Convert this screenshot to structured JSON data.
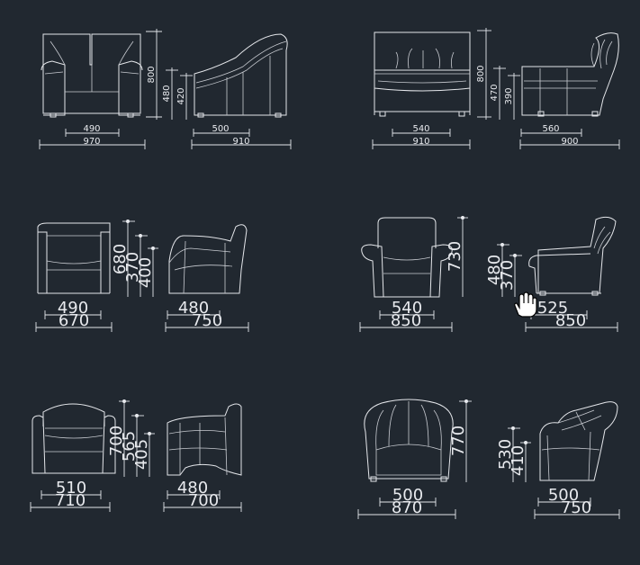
{
  "drawing": {
    "sofa1": {
      "front": {
        "width_inner": "490",
        "width_total": "970",
        "height_total": "800"
      },
      "side": {
        "seat_height": "480",
        "arm_height": "420",
        "depth_inner": "500",
        "depth_total": "910"
      }
    },
    "sofa2": {
      "front": {
        "width_inner": "540",
        "width_total": "910",
        "height_total": "800"
      },
      "side": {
        "seat_height": "470",
        "arm_height": "390",
        "depth_inner": "560",
        "depth_total": "900"
      }
    },
    "chair3": {
      "front": {
        "width_inner": "490",
        "width_total": "670"
      },
      "side": {
        "height_total": "680",
        "seat_height": "370",
        "arm_height": "400",
        "depth_inner": "480",
        "depth_total": "750"
      }
    },
    "chair4": {
      "front": {
        "width_inner": "540",
        "width_total": "850",
        "height_total": "730"
      },
      "side": {
        "seat_height": "480",
        "arm_height": "370",
        "depth_inner": "525",
        "depth_total": "850"
      }
    },
    "chair5": {
      "front": {
        "width_inner": "510",
        "width_total": "710"
      },
      "side": {
        "height_total": "700",
        "seat_height": "565",
        "arm_height": "405",
        "depth_inner": "480",
        "depth_total": "700"
      }
    },
    "chair6": {
      "front": {
        "width_inner": "500",
        "width_total": "870",
        "height_total": "770"
      },
      "side": {
        "seat_height": "530",
        "arm_height": "410",
        "depth_inner": "500",
        "depth_total": "750"
      }
    }
  },
  "cursor": {
    "icon": "hand-pointer-icon"
  }
}
